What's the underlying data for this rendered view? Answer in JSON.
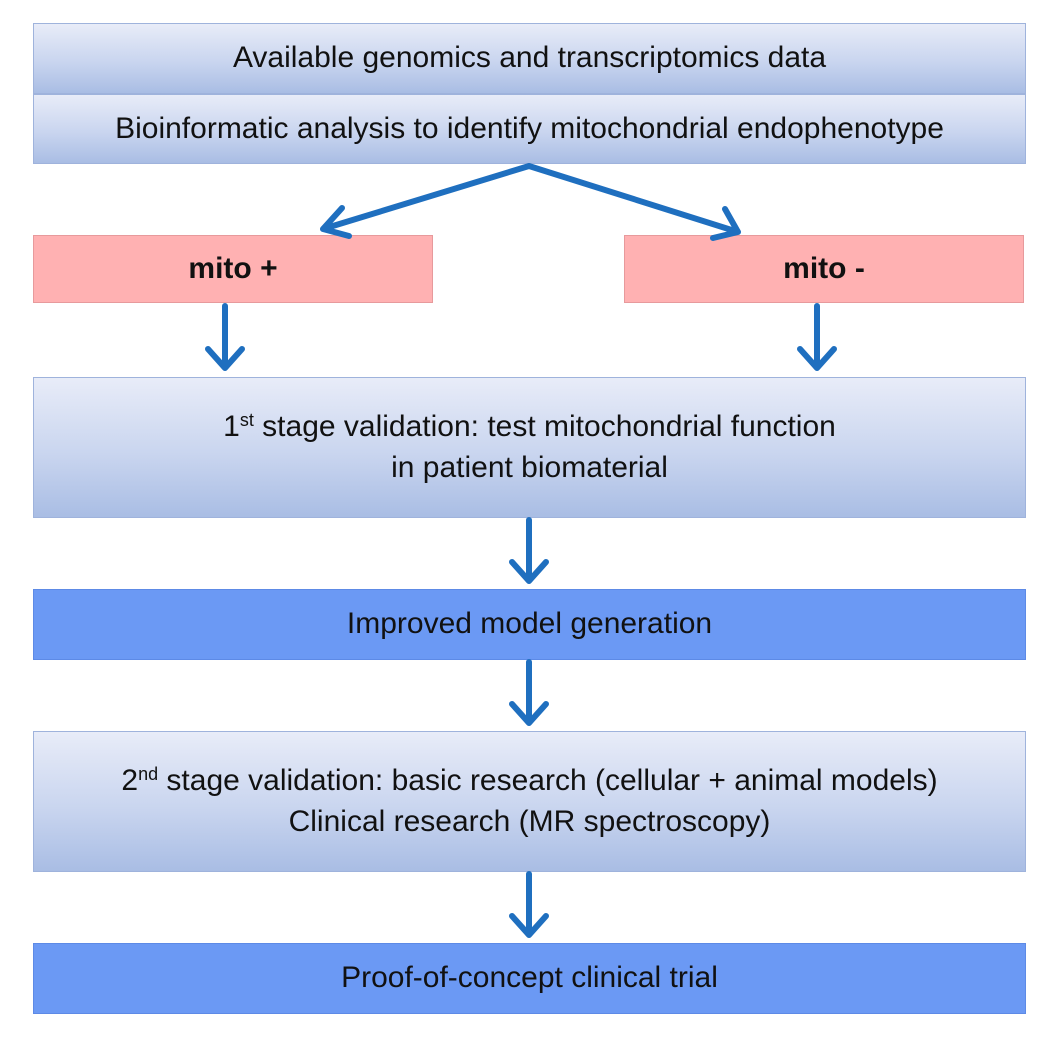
{
  "flow": {
    "data_box": "Available genomics and transcriptomics data",
    "analysis_box": "Bioinformatic analysis to identify mitochondrial endophenotype",
    "mito_plus": "mito +",
    "mito_minus": "mito -",
    "stage1": {
      "prefix": "1",
      "sup": "st",
      "line1_rest": " stage validation: test mitochondrial function",
      "line2": "in patient biomaterial"
    },
    "improved_model": "Improved model generation",
    "stage2": {
      "prefix": "2",
      "sup": "nd",
      "line1_rest": " stage validation: basic research (cellular + animal models)",
      "line2": "Clinical research (MR spectroscopy)"
    },
    "trial": "Proof-of-concept clinical trial"
  },
  "colors": {
    "arrow": "#1f6fbf",
    "gradient_box": "#c9d5ef",
    "solid_box": "#6b99f4",
    "pink_box": "#ffb1b2"
  }
}
